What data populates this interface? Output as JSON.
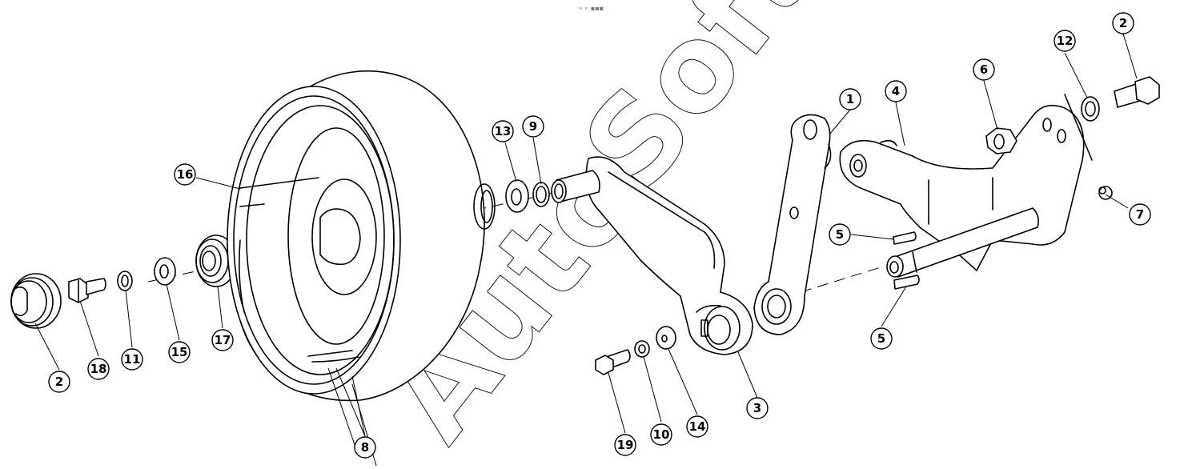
{
  "watermark": "AutoSoft",
  "top_mark": "⚬⚬ ▪▪▪",
  "callouts": [
    {
      "id": "c1",
      "label": "1"
    },
    {
      "id": "c2a",
      "label": "2"
    },
    {
      "id": "c2b",
      "label": "2"
    },
    {
      "id": "c3",
      "label": "3"
    },
    {
      "id": "c4",
      "label": "4"
    },
    {
      "id": "c5a",
      "label": "5"
    },
    {
      "id": "c5b",
      "label": "5"
    },
    {
      "id": "c6",
      "label": "6"
    },
    {
      "id": "c7",
      "label": "7"
    },
    {
      "id": "c8",
      "label": "8"
    },
    {
      "id": "c9",
      "label": "9"
    },
    {
      "id": "c10",
      "label": "10"
    },
    {
      "id": "c11",
      "label": "11"
    },
    {
      "id": "c12",
      "label": "12"
    },
    {
      "id": "c13",
      "label": "13"
    },
    {
      "id": "c14",
      "label": "14"
    },
    {
      "id": "c15",
      "label": "15"
    },
    {
      "id": "c16",
      "label": "16"
    },
    {
      "id": "c17",
      "label": "17"
    },
    {
      "id": "c18",
      "label": "18"
    },
    {
      "id": "c19",
      "label": "19"
    }
  ]
}
